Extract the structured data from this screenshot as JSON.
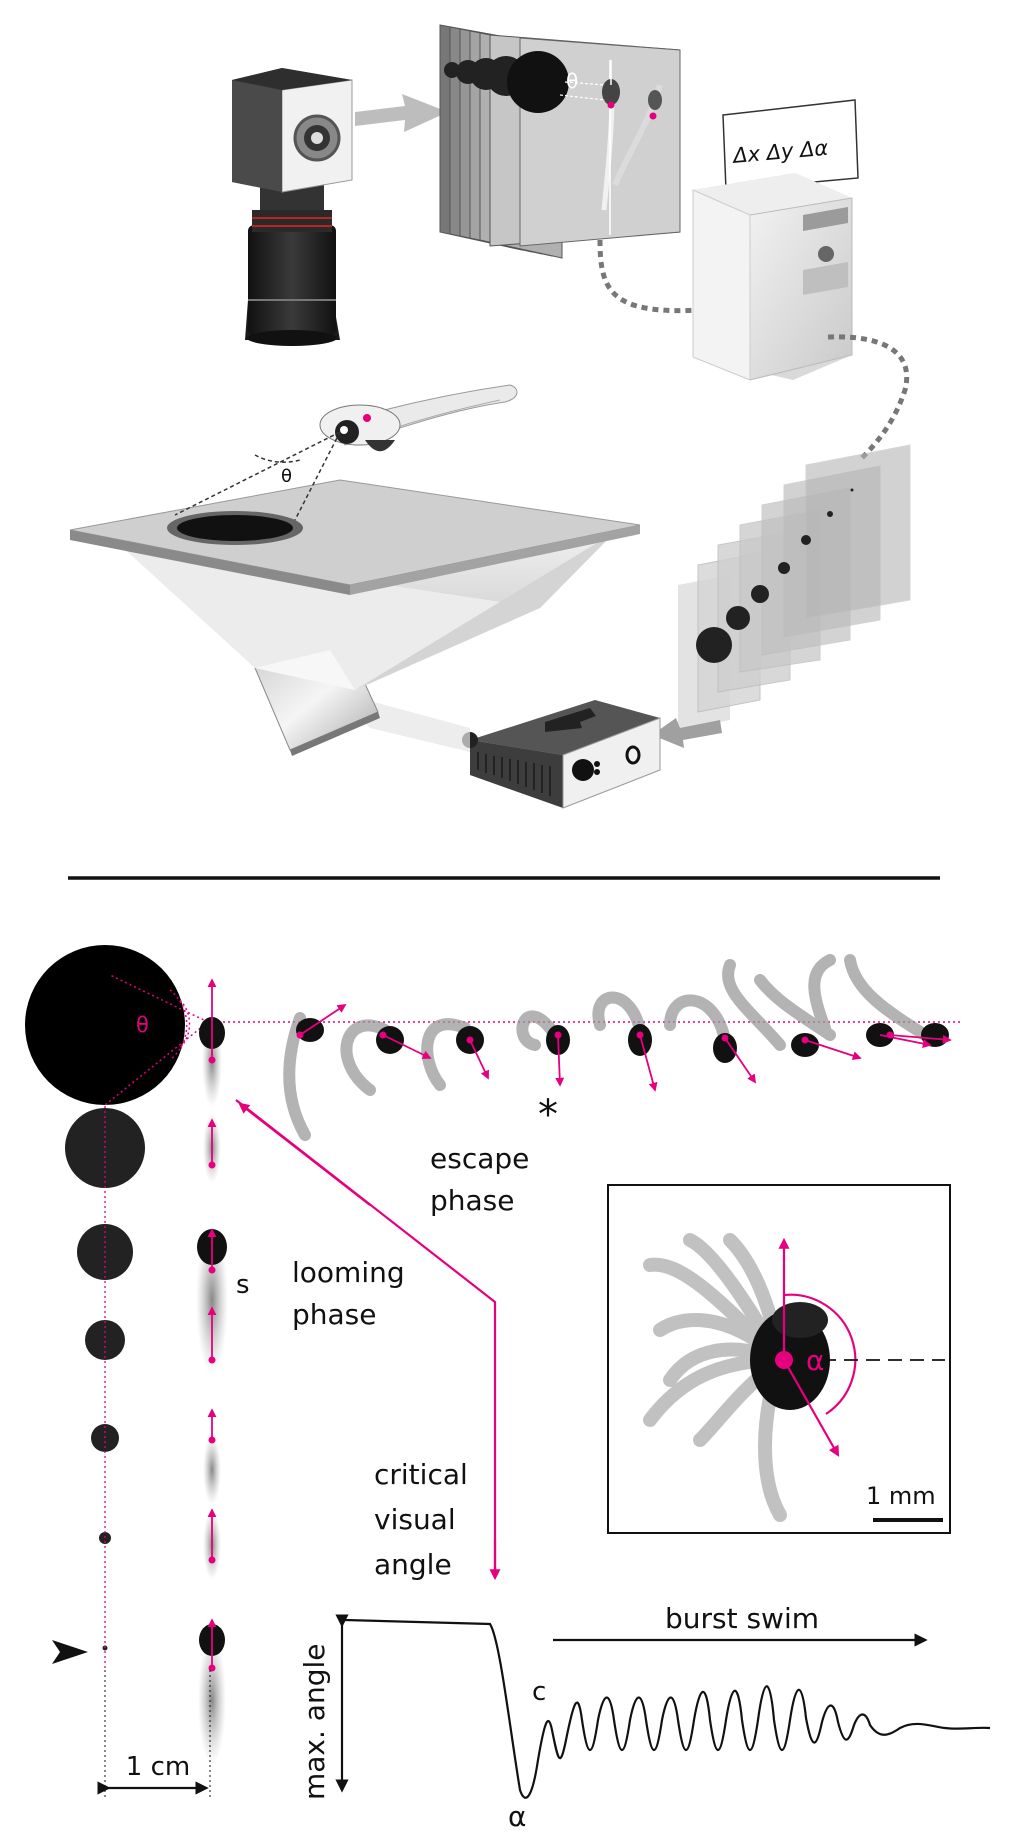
{
  "top": {
    "monitor_text": "Δx Δy Δα",
    "theta_screen": "θ",
    "theta_fish": "θ"
  },
  "bottom": {
    "theta_stimulus": "θ",
    "asterisk": "*",
    "escape_phase": [
      "escape",
      "phase"
    ],
    "looming_phase": [
      "looming",
      "phase"
    ],
    "s_label": "s",
    "critical_visual_angle": [
      "critical",
      "visual",
      "angle"
    ],
    "alpha_inset": "α",
    "scale_inset": "1 mm",
    "burst_swim": "burst swim",
    "c_label": "c",
    "alpha_trace": "α",
    "max_angle": "max. angle",
    "scale_cm": "1 cm"
  },
  "colors": {
    "magenta": "#e6007e",
    "dark": "#1a1a1a",
    "gray": "#9a9a9a"
  }
}
